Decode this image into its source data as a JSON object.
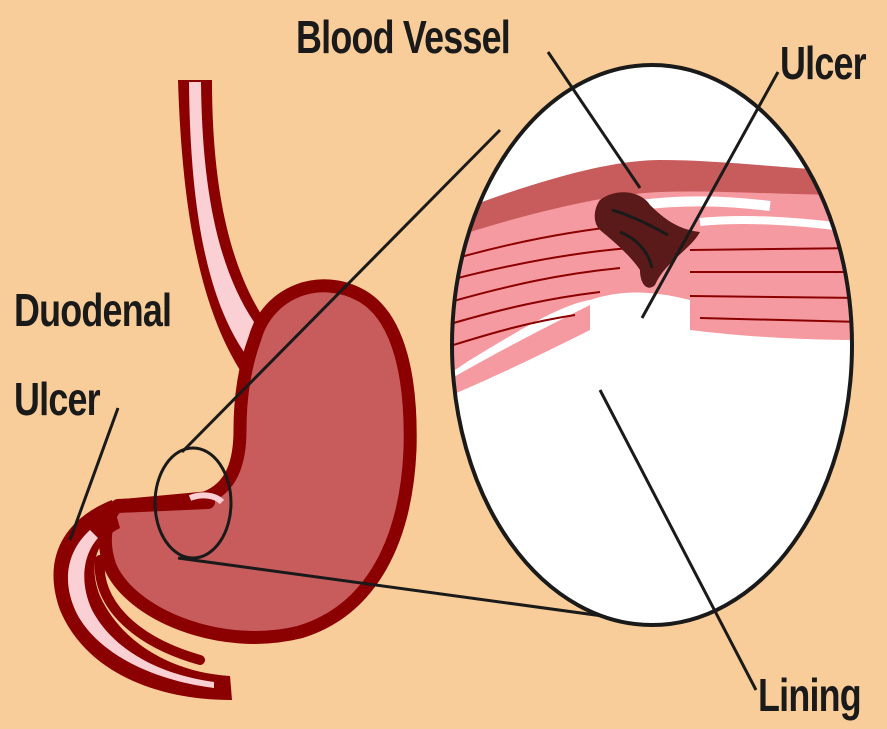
{
  "labels": {
    "blood_vessel": "Blood Vessel",
    "ulcer": "Ulcer",
    "duodenal_line1": "Duodenal",
    "duodenal_line2": "Ulcer",
    "lining": "Lining"
  },
  "colors": {
    "background": "#f9cd99",
    "stomach_fill": "#c85c5c",
    "stomach_wall": "#8b0000",
    "tissue_pink": "#f59aa0",
    "tissue_light": "#fbd0d4",
    "lens_fill": "#ffffff",
    "ink": "#1a1a1a"
  }
}
